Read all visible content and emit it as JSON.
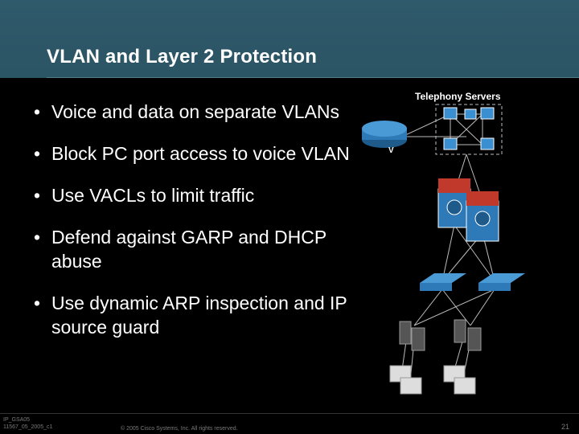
{
  "slide": {
    "title": "VLAN and Layer 2 Protection",
    "bullets": [
      "Voice and data on separate VLANs",
      "Block PC port access to voice VLAN",
      "Use VACLs to limit traffic",
      "Defend against GARP and DHCP abuse",
      "Use dynamic ARP inspection and IP source guard"
    ],
    "bullet_char": "•"
  },
  "diagram": {
    "servers_label": "Telephony Servers",
    "router_glyph": "V",
    "icons": [
      "router-icon",
      "server-icon",
      "firewall-icon",
      "switch-icon",
      "phone-icon",
      "pc-icon"
    ]
  },
  "footer": {
    "left": "IP_GSA05\n11567_05_2005_c1",
    "copyright": "© 2005 Cisco Systems, Inc. All rights reserved.",
    "page": "21"
  },
  "colors": {
    "header": "#2f5a6b",
    "background": "#000000",
    "text": "#ffffff"
  }
}
